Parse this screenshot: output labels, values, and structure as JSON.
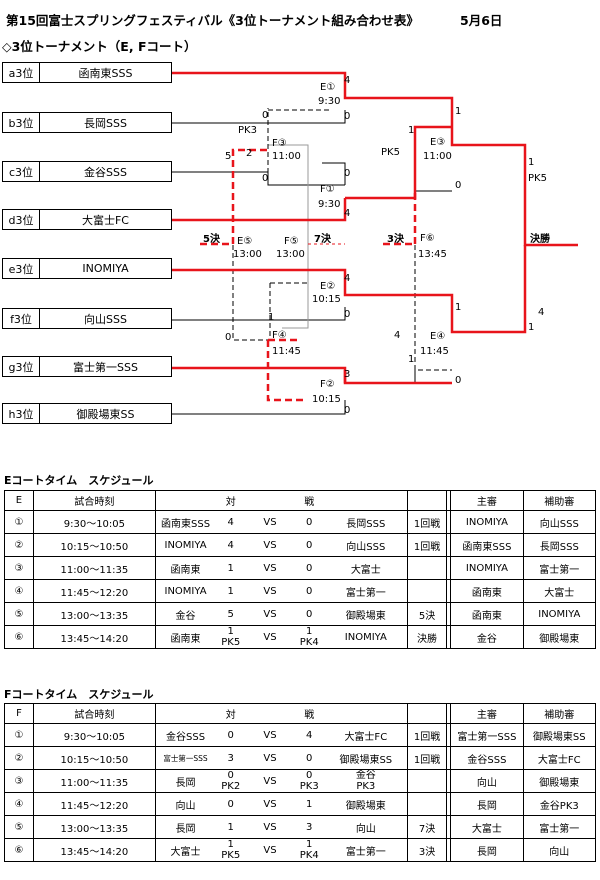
{
  "title": "第15回富士スプリングフェスティバル《3位トーナメント組み合わせ表》",
  "date": "5月6日",
  "subtitle": "◇3位トーナメント（E, Fコート）",
  "seeds": [
    {
      "slot": "a3位",
      "team": "函南東SSS"
    },
    {
      "slot": "b3位",
      "team": "長岡SSS"
    },
    {
      "slot": "c3位",
      "team": "金谷SSS"
    },
    {
      "slot": "d3位",
      "team": "大富士FC"
    },
    {
      "slot": "e3位",
      "team": "INOMIYA"
    },
    {
      "slot": "f3位",
      "team": "向山SSS"
    },
    {
      "slot": "g3位",
      "team": "富士第一SSS"
    },
    {
      "slot": "h3位",
      "team": "御殿場東SS"
    }
  ],
  "bracket": {
    "m_e1": {
      "id": "E①",
      "time": "9:30",
      "s1": "4",
      "s2": "0"
    },
    "m_f3": {
      "id": "F③",
      "time": "11:00",
      "s1": "0",
      "pk": "PK3",
      "s2": "0",
      "s_left": "5",
      "s_mid": "2"
    },
    "m_f1": {
      "id": "F①",
      "time": "9:30",
      "s1": "0",
      "s2": "4"
    },
    "m_e3": {
      "id": "E③",
      "time": "11:00",
      "s1": "1",
      "pk": "PK5",
      "s2": "0",
      "s_top": "1"
    },
    "m_e5": {
      "id": "E⑤",
      "time": "13:00"
    },
    "m_f5": {
      "id": "F⑤",
      "time": "13:00"
    },
    "m_f6": {
      "id": "F⑥",
      "time": "13:45"
    },
    "m_e2": {
      "id": "E②",
      "time": "10:15",
      "s1": "4",
      "s2": "0"
    },
    "m_f4": {
      "id": "F④",
      "time": "11:45",
      "s1": "0",
      "s2": "1"
    },
    "m_e4": {
      "id": "E④",
      "time": "11:45",
      "s1": "1",
      "s2": "0",
      "s_left": "4",
      "s_bot": "1"
    },
    "m_f2": {
      "id": "F②",
      "time": "10:15",
      "s1": "3",
      "s2": "0"
    },
    "final": {
      "s1": "1",
      "pk1": "PK5",
      "s2": "1",
      "s3": "4"
    },
    "labels": {
      "fifth": "5決",
      "seventh": "7決",
      "third": "3決",
      "final": "決勝"
    }
  },
  "e_schedule": {
    "heading": "Eコートタイム　スケジュール",
    "header": [
      "E",
      "試合時刻",
      "対",
      "戦",
      "主審",
      "補助審"
    ],
    "rows": [
      {
        "no": "①",
        "time": "9:30～10:05",
        "home": "函南東SSS",
        "hs": "4",
        "vs": "VS",
        "as": "0",
        "away": "長岡SSS",
        "round": "1回戦",
        "ref": "INOMIYA",
        "aux": "向山SSS"
      },
      {
        "no": "②",
        "time": "10:15～10:50",
        "home": "INOMIYA",
        "hs": "4",
        "vs": "VS",
        "as": "0",
        "away": "向山SSS",
        "round": "1回戦",
        "ref": "函南東SSS",
        "aux": "長岡SSS"
      },
      {
        "no": "③",
        "time": "11:00～11:35",
        "home": "函南東",
        "hs": "1",
        "vs": "VS",
        "as": "0",
        "away": "大富士",
        "round": "",
        "ref": "INOMIYA",
        "aux": "富士第一"
      },
      {
        "no": "④",
        "time": "11:45～12:20",
        "home": "INOMIYA",
        "hs": "1",
        "vs": "VS",
        "as": "0",
        "away": "富士第一",
        "round": "",
        "ref": "函南東",
        "aux": "大富士"
      },
      {
        "no": "⑤",
        "time": "13:00～13:35",
        "home": "金谷",
        "hs": "5",
        "vs": "VS",
        "as": "0",
        "away": "御殿場東",
        "round": "5決",
        "ref": "函南東",
        "aux": "INOMIYA"
      },
      {
        "no": "⑥",
        "time": "13:45～14:20",
        "home": "函南東",
        "hs": "1",
        "hpk": "PK5",
        "vs": "VS",
        "as": "1",
        "apk": "PK4",
        "away": "INOMIYA",
        "round": "決勝",
        "ref": "金谷",
        "aux": "御殿場東"
      }
    ]
  },
  "f_schedule": {
    "heading": "Fコートタイム　スケジュール",
    "header": [
      "F",
      "試合時刻",
      "対",
      "戦",
      "主審",
      "補助審"
    ],
    "rows": [
      {
        "no": "①",
        "time": "9:30～10:05",
        "home": "金谷SSS",
        "hs": "0",
        "vs": "VS",
        "as": "4",
        "away": "大富士FC",
        "round": "1回戦",
        "ref": "富士第一SSS",
        "aux": "御殿場東SS"
      },
      {
        "no": "②",
        "time": "10:15～10:50",
        "home": "富士第一SSS",
        "hs": "3",
        "vs": "VS",
        "as": "0",
        "away": "御殿場東SS",
        "round": "1回戦",
        "ref": "金谷SSS",
        "aux": "大富士FC"
      },
      {
        "no": "③",
        "time": "11:00～11:35",
        "home": "長岡",
        "hs": "0",
        "hpk": "PK2",
        "vs": "VS",
        "as": "0",
        "away": "金谷",
        "apk": "PK3",
        "round": "",
        "ref": "向山",
        "aux": "御殿場東"
      },
      {
        "no": "④",
        "time": "11:45～12:20",
        "home": "向山",
        "hs": "0",
        "vs": "VS",
        "as": "1",
        "away": "御殿場東",
        "round": "",
        "ref": "長岡",
        "aux": "金谷PK3"
      },
      {
        "no": "⑤",
        "time": "13:00～13:35",
        "home": "長岡",
        "hs": "1",
        "vs": "VS",
        "as": "3",
        "away": "向山",
        "round": "7決",
        "ref": "大富士",
        "aux": "富士第一"
      },
      {
        "no": "⑥",
        "time": "13:45～14:20",
        "home": "大富士",
        "hs": "1",
        "hpk": "PK5",
        "vs": "VS",
        "as": "1",
        "apk": "PK4",
        "away": "富士第一",
        "round": "3決",
        "ref": "長岡",
        "aux": "向山"
      }
    ]
  },
  "colors": {
    "win": "#e8141b",
    "line": "#000000",
    "grid": "#9a9a9a"
  }
}
